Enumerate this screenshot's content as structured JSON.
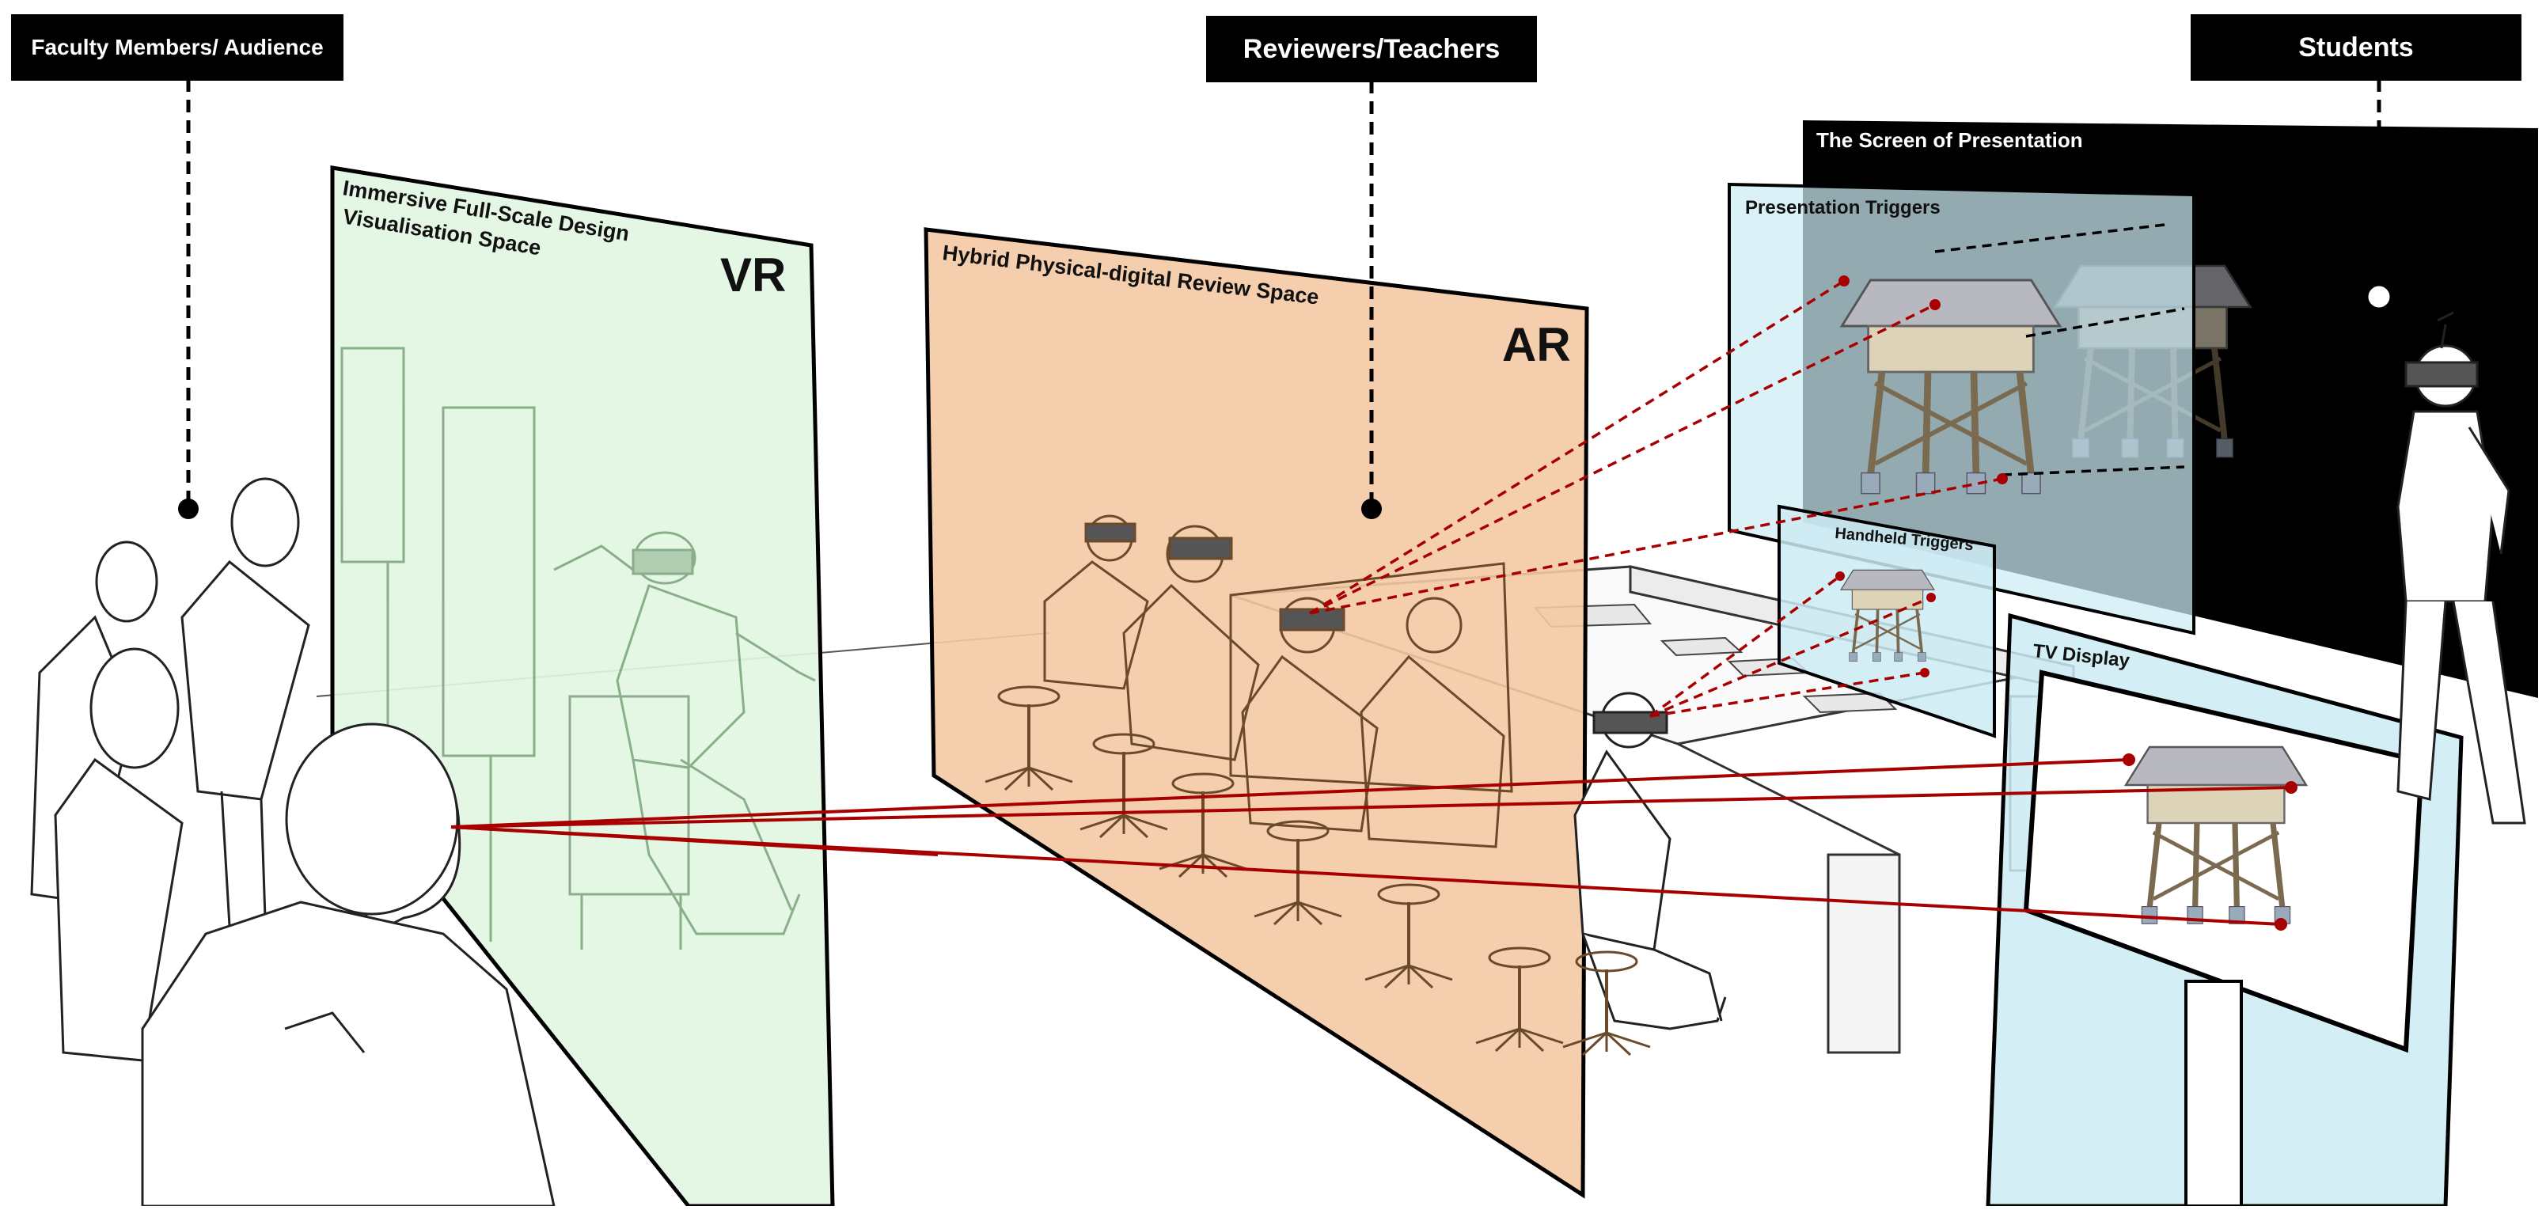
{
  "roles": {
    "faculty": "Faculty Members/ Audience",
    "reviewers": "Reviewers/Teachers",
    "students": "Students"
  },
  "panels": {
    "vr_title_line1": "Immersive Full-Scale Design",
    "vr_title_line2": "Visualisation Space",
    "vr_tag": "VR",
    "ar_title": "Hybrid Physical-digital Review Space",
    "ar_tag": "AR",
    "screen_title": "The Screen of Presentation",
    "presentation_triggers": "Presentation Triggers",
    "handheld_triggers": "Handheld Triggers",
    "tv_display": "TV Display"
  },
  "colors": {
    "vr_panel": "#e2f6e2",
    "ar_panel": "#f3c9a4",
    "trigger_panel": "#cdebf5",
    "screen": "#000000",
    "sightline": "#a80000",
    "ink": "#111111"
  }
}
